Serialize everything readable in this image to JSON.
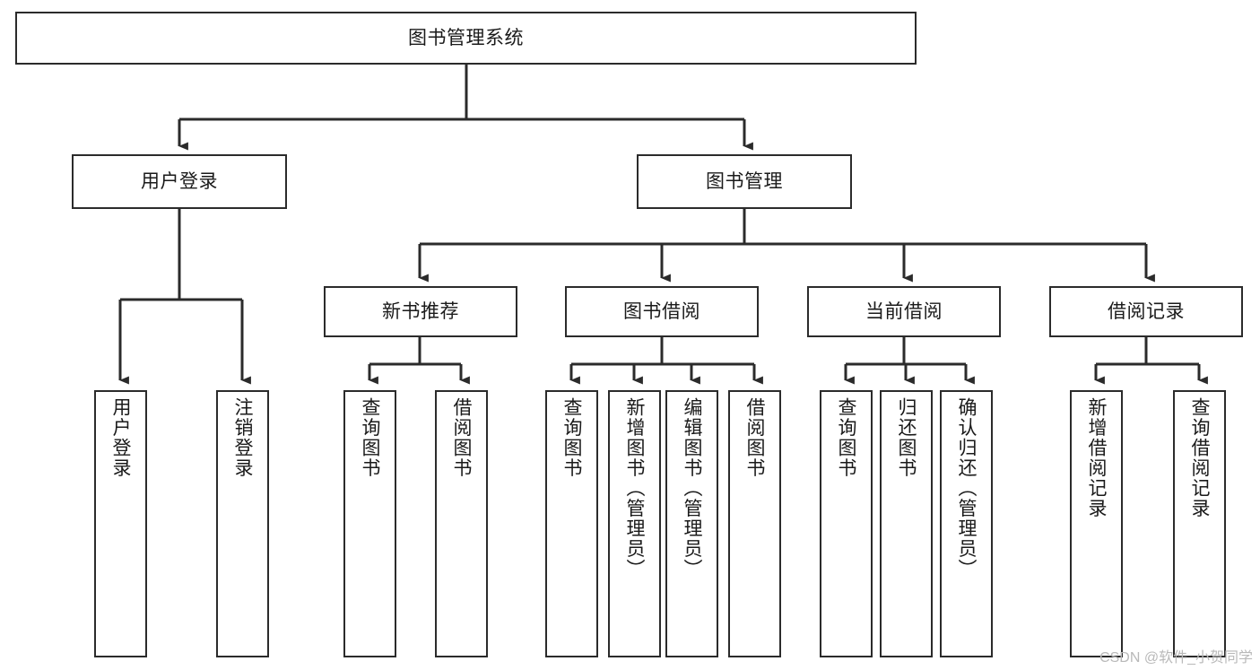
{
  "diagram": {
    "title": "图书管理系统",
    "type": "tree-hierarchy-chart",
    "orientation": "top-down",
    "colors": {
      "node_border": "#2b2b2b",
      "node_fill": "#ffffff",
      "edge": "#2b2b2b",
      "background": "#ffffff",
      "watermark": "#b9b9b9"
    },
    "watermark": "CSDN @软件_小贺同学"
  },
  "nodes": {
    "root": {
      "label": "图书管理系统"
    },
    "level1": [
      {
        "id": "user-login",
        "label": "用户登录"
      },
      {
        "id": "book-manage",
        "label": "图书管理"
      }
    ],
    "level2": [
      {
        "id": "new-book-recommend",
        "label": "新书推荐"
      },
      {
        "id": "book-borrow",
        "label": "图书借阅"
      },
      {
        "id": "current-borrow",
        "label": "当前借阅"
      },
      {
        "id": "borrow-record",
        "label": "借阅记录"
      }
    ],
    "leaves": {
      "user_login": [
        {
          "id": "leaf-user-login",
          "label": "用户登录"
        },
        {
          "id": "leaf-logout-login",
          "label": "注销登录"
        }
      ],
      "new_book_recommend": [
        {
          "id": "leaf-query-book-1",
          "label": "查询图书"
        },
        {
          "id": "leaf-borrow-book-1",
          "label": "借阅图书"
        }
      ],
      "book_borrow": [
        {
          "id": "leaf-query-book-2",
          "label": "查询图书"
        },
        {
          "id": "leaf-add-book",
          "label": "新增图书（管理员）"
        },
        {
          "id": "leaf-edit-book",
          "label": "编辑图书（管理员）"
        },
        {
          "id": "leaf-borrow-book-2",
          "label": "借阅图书"
        }
      ],
      "current_borrow": [
        {
          "id": "leaf-query-book-3",
          "label": "查询图书"
        },
        {
          "id": "leaf-return-book",
          "label": "归还图书"
        },
        {
          "id": "leaf-confirm-return",
          "label": "确认归还（管理员）"
        }
      ],
      "borrow_record": [
        {
          "id": "leaf-add-record",
          "label": "新增借阅记录"
        },
        {
          "id": "leaf-query-record",
          "label": "查询借阅记录"
        }
      ]
    }
  }
}
